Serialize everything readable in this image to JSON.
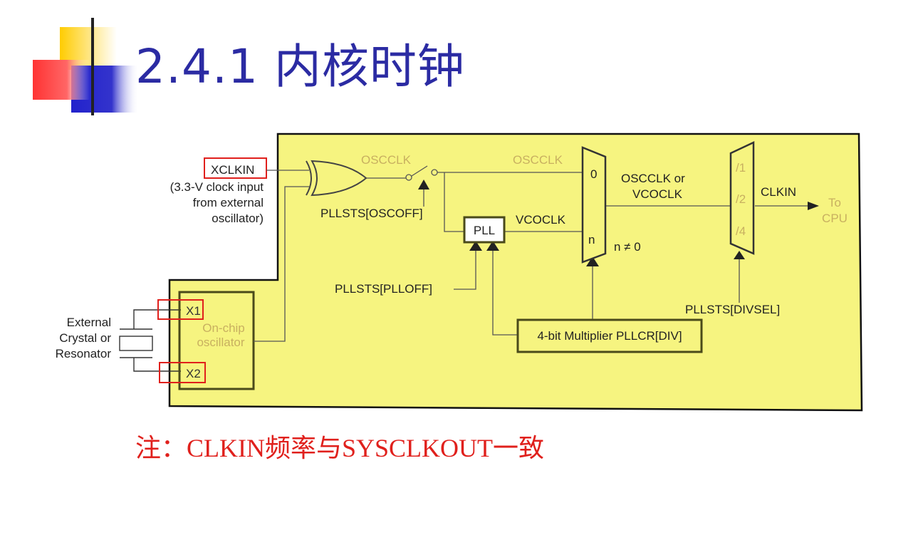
{
  "slide": {
    "title": "2.4.1 内核时钟",
    "note": "注：CLKIN频率与SYSCLKOUT一致"
  },
  "diagram": {
    "external_crystal": [
      "External",
      "Crystal or",
      "Resonator"
    ],
    "x1": "X1",
    "x2": "X2",
    "oscillator": [
      "On-chip",
      "oscillator"
    ],
    "xclkin": "XCLKIN",
    "xclkin_note": [
      "(3.3-V clock input",
      "from external",
      "oscillator)"
    ],
    "osc_out": "OSCCLK",
    "oscoff": "PLLSTS[OSCOFF]",
    "osc_in": "OSCCLK",
    "pll": "PLL",
    "vcoclk": "VCOCLK",
    "plloff": "PLLSTS[PLLOFF]",
    "multiplier": "4-bit Multiplier PLLCR[DIV]",
    "mux_in0": "0",
    "mux_inn": "n",
    "n_cond": "n ≠ 0",
    "mux_out": [
      "OSCCLK or",
      "VCOCLK"
    ],
    "div1": "/1",
    "div2": "/2",
    "div4": "/4",
    "divsel": "PLLSTS[DIVSEL]",
    "clkin": "CLKIN",
    "to_cpu": [
      "To",
      "CPU"
    ]
  },
  "colors": {
    "title": "#2b2ba3",
    "note": "#e0201c",
    "diagram_fill": "#f6f480",
    "highlight_box": "#e0201c"
  }
}
